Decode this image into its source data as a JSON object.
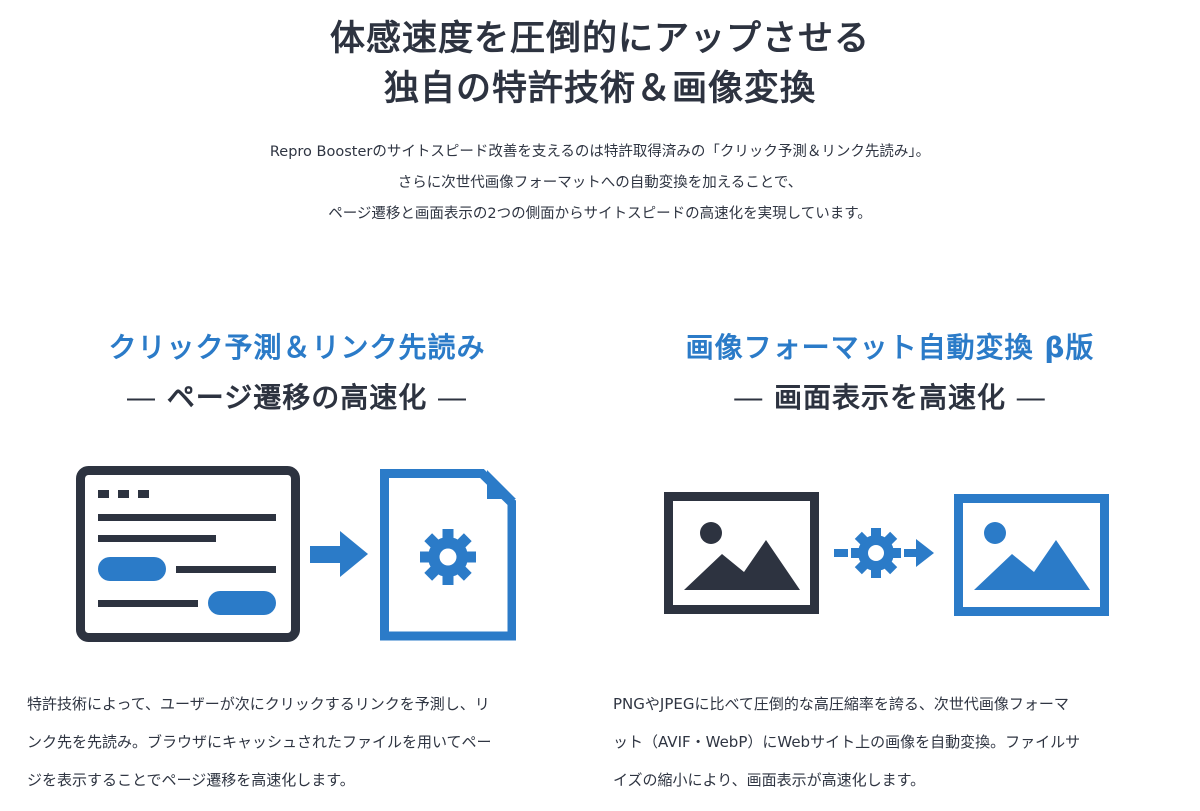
{
  "headline": {
    "line1": "体感速度を圧倒的にアップさせる",
    "line2": "独自の特許技術＆画像変換"
  },
  "intro": {
    "line1": "Repro Boosterのサイトスピード改善を支えるのは特許取得済みの「クリック予測＆リンク先読み」。",
    "line2": "さらに次世代画像フォーマットへの自動変換を加えることで、",
    "line3": "ページ遷移と画面表示の2つの側面からサイトスピードの高速化を実現しています。"
  },
  "features": {
    "left": {
      "title": "クリック予測＆リンク先読み",
      "sub_dash_left": "―",
      "subtitle": "ページ遷移の高速化",
      "sub_dash_right": "―",
      "desc_line1": "特許技術によって、ユーザーが次にクリックするリンクを予測し、リ",
      "desc_line2": "ンク先を先読み。ブラウザにキャッシュされたファイルを用いてペー",
      "desc_line3": "ジを表示することでページ遷移を高速化します。"
    },
    "right": {
      "title": "画像フォーマット自動変換 β版",
      "sub_dash_left": "―",
      "subtitle": "画面表示を高速化",
      "sub_dash_right": "―",
      "desc_line1": "PNGやJPEGに比べて圧倒的な高圧縮率を誇る、次世代画像フォーマ",
      "desc_line2": "ット（AVIF・WebP）にWebサイト上の画像を自動変換。ファイルサ",
      "desc_line3": "イズの縮小により、画面表示が高速化します。"
    }
  },
  "colors": {
    "accent_blue": "#2b7bc8",
    "dark": "#2d3340",
    "text": "#2f3542"
  },
  "icons": {
    "left_illustration": [
      "browser-window-icon",
      "arrow-right-icon",
      "document-gear-icon"
    ],
    "right_illustration": [
      "image-icon",
      "gear-arrow-icon",
      "converted-image-icon"
    ]
  }
}
